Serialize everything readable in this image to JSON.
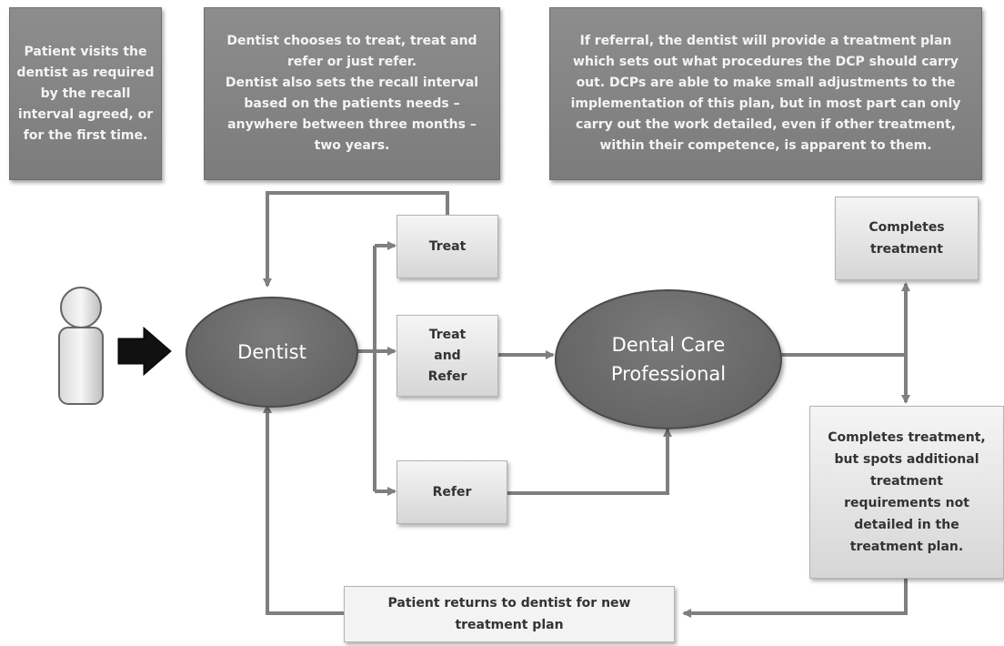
{
  "notes": {
    "patient_visits": "Patient visits the dentist as required by the recall interval agreed, or for the first time.",
    "dentist_chooses": "Dentist chooses to treat, treat and refer or just refer.\nDentist also sets the recall interval based on the patients needs – anywhere between three months – two years.",
    "if_referral": "If referral, the dentist will provide a treatment plan which sets out what procedures the DCP should carry out. DCPs are able to make small adjustments to the implementation of this plan, but in most part can only carry out the work detailed, even if other treatment, within their competence, is apparent to them."
  },
  "nodes": {
    "dentist": "Dentist",
    "dcp": "Dental Care\nProfessional",
    "treat": "Treat",
    "treat_and_refer": "Treat\nand\nRefer",
    "refer": "Refer",
    "completes_treatment": "Completes\ntreatment",
    "completes_additional": "Completes treatment, but spots additional treatment requirements not detailed in the treatment plan.",
    "patient_returns": "Patient returns to dentist for new\ntreatment plan"
  },
  "colors": {
    "connector": "#7f7f7f",
    "note_fill": "#868686",
    "ellipse_fill": "#6b6b6b",
    "box_fill": "#e6e6e6"
  },
  "icons": {
    "patient": "person-icon",
    "entry_arrow": "block-arrow-right-icon"
  }
}
